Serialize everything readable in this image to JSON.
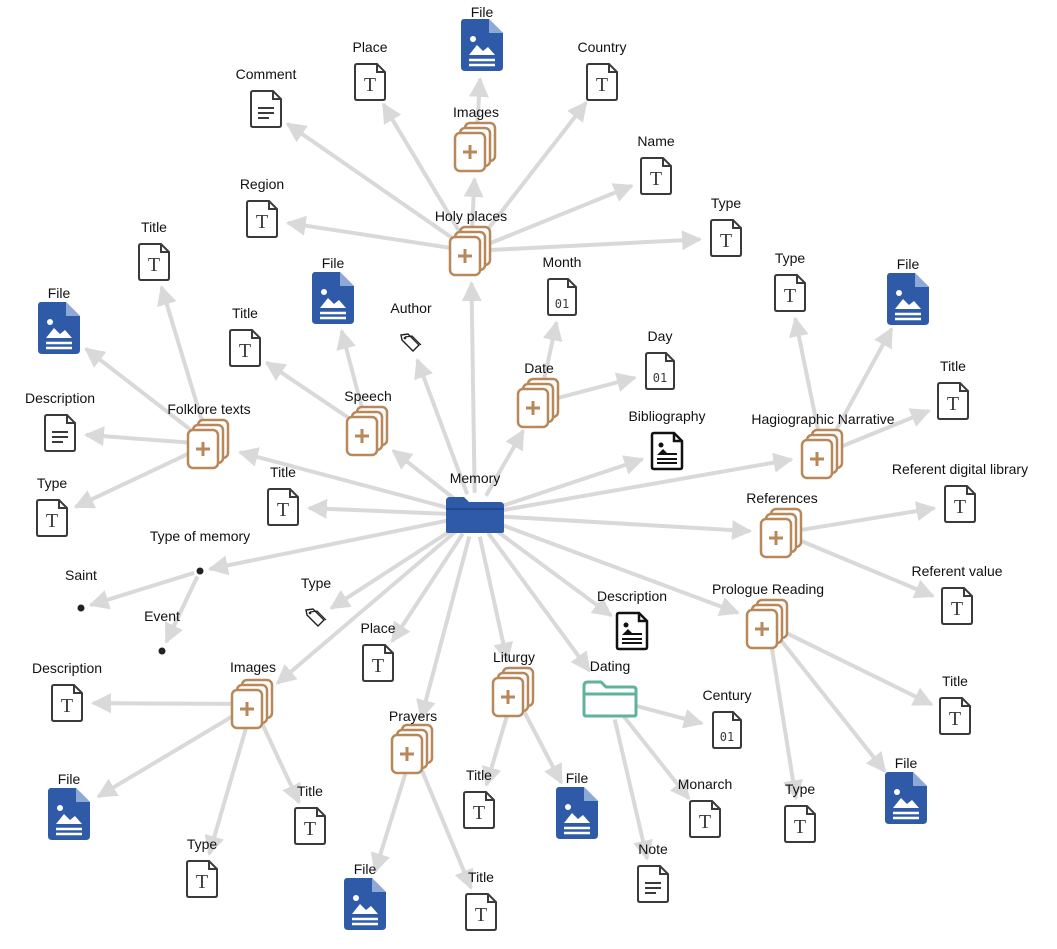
{
  "diagram": {
    "colors": {
      "edge": "#d9d9d9",
      "file": "#2f5aa8",
      "group": "#b8875a",
      "text_icon": "#3a3a3a",
      "dating_folder": "#5fb39a",
      "dot": "#222222"
    },
    "nodes": [
      {
        "id": "memory",
        "label": "Memory",
        "icon": "folder-icon"
      },
      {
        "id": "holy-places",
        "label": "Holy places",
        "icon": "group-add-icon"
      },
      {
        "id": "holy-images",
        "label": "Images",
        "icon": "group-add-icon"
      },
      {
        "id": "holy-images-file",
        "label": "File",
        "icon": "image-file-icon"
      },
      {
        "id": "holy-place",
        "label": "Place",
        "icon": "text-field-icon"
      },
      {
        "id": "holy-country",
        "label": "Country",
        "icon": "text-field-icon"
      },
      {
        "id": "holy-comment",
        "label": "Comment",
        "icon": "long-text-icon"
      },
      {
        "id": "holy-name",
        "label": "Name",
        "icon": "text-field-icon"
      },
      {
        "id": "holy-region",
        "label": "Region",
        "icon": "text-field-icon"
      },
      {
        "id": "holy-type",
        "label": "Type",
        "icon": "text-field-icon"
      },
      {
        "id": "date",
        "label": "Date",
        "icon": "group-add-icon"
      },
      {
        "id": "date-month",
        "label": "Month",
        "icon": "number-field-icon"
      },
      {
        "id": "date-day",
        "label": "Day",
        "icon": "number-field-icon"
      },
      {
        "id": "speech",
        "label": "Speech",
        "icon": "group-add-icon"
      },
      {
        "id": "speech-file",
        "label": "File",
        "icon": "image-file-icon"
      },
      {
        "id": "speech-title",
        "label": "Title",
        "icon": "text-field-icon"
      },
      {
        "id": "author",
        "label": "Author",
        "icon": "tag-icon"
      },
      {
        "id": "folklore",
        "label": "Folklore texts",
        "icon": "group-add-icon"
      },
      {
        "id": "folklore-title",
        "label": "Title",
        "icon": "text-field-icon"
      },
      {
        "id": "folklore-file",
        "label": "File",
        "icon": "image-file-icon"
      },
      {
        "id": "folklore-description",
        "label": "Description",
        "icon": "long-text-icon"
      },
      {
        "id": "folklore-type",
        "label": "Type",
        "icon": "text-field-icon"
      },
      {
        "id": "memory-title",
        "label": "Title",
        "icon": "text-field-icon"
      },
      {
        "id": "bibliography",
        "label": "Bibliography",
        "icon": "rich-text-icon"
      },
      {
        "id": "hagio",
        "label": "Hagiographic Narrative",
        "icon": "group-add-icon"
      },
      {
        "id": "hagio-type",
        "label": "Type",
        "icon": "text-field-icon"
      },
      {
        "id": "hagio-file",
        "label": "File",
        "icon": "image-file-icon"
      },
      {
        "id": "hagio-title",
        "label": "Title",
        "icon": "text-field-icon"
      },
      {
        "id": "references",
        "label": "References",
        "icon": "group-add-icon"
      },
      {
        "id": "ref-digital",
        "label": "Referent digital library",
        "icon": "text-field-icon"
      },
      {
        "id": "ref-value",
        "label": "Referent value",
        "icon": "text-field-icon"
      },
      {
        "id": "type-of-memory",
        "label": "Type of memory",
        "icon": "dot"
      },
      {
        "id": "tom-saint",
        "label": "Saint",
        "icon": "dot"
      },
      {
        "id": "tom-event",
        "label": "Event",
        "icon": "dot"
      },
      {
        "id": "memory-type",
        "label": "Type",
        "icon": "tag-icon"
      },
      {
        "id": "images",
        "label": "Images",
        "icon": "group-add-icon"
      },
      {
        "id": "images-description",
        "label": "Description",
        "icon": "text-field-icon"
      },
      {
        "id": "images-file",
        "label": "File",
        "icon": "image-file-icon"
      },
      {
        "id": "images-type",
        "label": "Type",
        "icon": "text-field-icon"
      },
      {
        "id": "images-title",
        "label": "Title",
        "icon": "text-field-icon"
      },
      {
        "id": "memory-place",
        "label": "Place",
        "icon": "text-field-icon"
      },
      {
        "id": "prayers",
        "label": "Prayers",
        "icon": "group-add-icon"
      },
      {
        "id": "prayers-file",
        "label": "File",
        "icon": "image-file-icon"
      },
      {
        "id": "prayers-title",
        "label": "Title",
        "icon": "text-field-icon"
      },
      {
        "id": "liturgy",
        "label": "Liturgy",
        "icon": "group-add-icon"
      },
      {
        "id": "liturgy-title",
        "label": "Title",
        "icon": "text-field-icon"
      },
      {
        "id": "liturgy-file",
        "label": "File",
        "icon": "image-file-icon"
      },
      {
        "id": "memory-description",
        "label": "Description",
        "icon": "rich-text-icon"
      },
      {
        "id": "dating",
        "label": "Dating",
        "icon": "folder-outline-icon"
      },
      {
        "id": "dating-century",
        "label": "Century",
        "icon": "number-field-icon"
      },
      {
        "id": "dating-monarch",
        "label": "Monarch",
        "icon": "text-field-icon"
      },
      {
        "id": "dating-note",
        "label": "Note",
        "icon": "long-text-icon"
      },
      {
        "id": "prologue",
        "label": "Prologue Reading",
        "icon": "group-add-icon"
      },
      {
        "id": "prologue-title",
        "label": "Title",
        "icon": "text-field-icon"
      },
      {
        "id": "prologue-file",
        "label": "File",
        "icon": "image-file-icon"
      },
      {
        "id": "prologue-type",
        "label": "Type",
        "icon": "text-field-icon"
      }
    ],
    "edges": [
      [
        "memory",
        "holy-places"
      ],
      [
        "holy-places",
        "holy-images"
      ],
      [
        "holy-images",
        "holy-images-file"
      ],
      [
        "holy-places",
        "holy-place"
      ],
      [
        "holy-places",
        "holy-country"
      ],
      [
        "holy-places",
        "holy-comment"
      ],
      [
        "holy-places",
        "holy-name"
      ],
      [
        "holy-places",
        "holy-region"
      ],
      [
        "holy-places",
        "holy-type"
      ],
      [
        "memory",
        "date"
      ],
      [
        "date",
        "date-month"
      ],
      [
        "date",
        "date-day"
      ],
      [
        "memory",
        "speech"
      ],
      [
        "speech",
        "speech-file"
      ],
      [
        "speech",
        "speech-title"
      ],
      [
        "memory",
        "author"
      ],
      [
        "memory",
        "folklore"
      ],
      [
        "folklore",
        "folklore-title"
      ],
      [
        "folklore",
        "folklore-file"
      ],
      [
        "folklore",
        "folklore-description"
      ],
      [
        "folklore",
        "folklore-type"
      ],
      [
        "memory",
        "memory-title"
      ],
      [
        "memory",
        "bibliography"
      ],
      [
        "memory",
        "hagio"
      ],
      [
        "hagio",
        "hagio-type"
      ],
      [
        "hagio",
        "hagio-file"
      ],
      [
        "hagio",
        "hagio-title"
      ],
      [
        "memory",
        "references"
      ],
      [
        "references",
        "ref-digital"
      ],
      [
        "references",
        "ref-value"
      ],
      [
        "memory",
        "type-of-memory"
      ],
      [
        "type-of-memory",
        "tom-saint"
      ],
      [
        "type-of-memory",
        "tom-event"
      ],
      [
        "memory",
        "memory-type"
      ],
      [
        "memory",
        "images"
      ],
      [
        "images",
        "images-description"
      ],
      [
        "images",
        "images-file"
      ],
      [
        "images",
        "images-type"
      ],
      [
        "images",
        "images-title"
      ],
      [
        "memory",
        "memory-place"
      ],
      [
        "memory",
        "prayers"
      ],
      [
        "prayers",
        "prayers-file"
      ],
      [
        "prayers",
        "prayers-title"
      ],
      [
        "memory",
        "liturgy"
      ],
      [
        "liturgy",
        "liturgy-title"
      ],
      [
        "liturgy",
        "liturgy-file"
      ],
      [
        "memory",
        "memory-description"
      ],
      [
        "memory",
        "dating"
      ],
      [
        "dating",
        "dating-century"
      ],
      [
        "dating",
        "dating-monarch"
      ],
      [
        "dating",
        "dating-note"
      ],
      [
        "memory",
        "prologue"
      ],
      [
        "prologue",
        "prologue-title"
      ],
      [
        "prologue",
        "prologue-file"
      ],
      [
        "prologue",
        "prologue-type"
      ]
    ]
  }
}
